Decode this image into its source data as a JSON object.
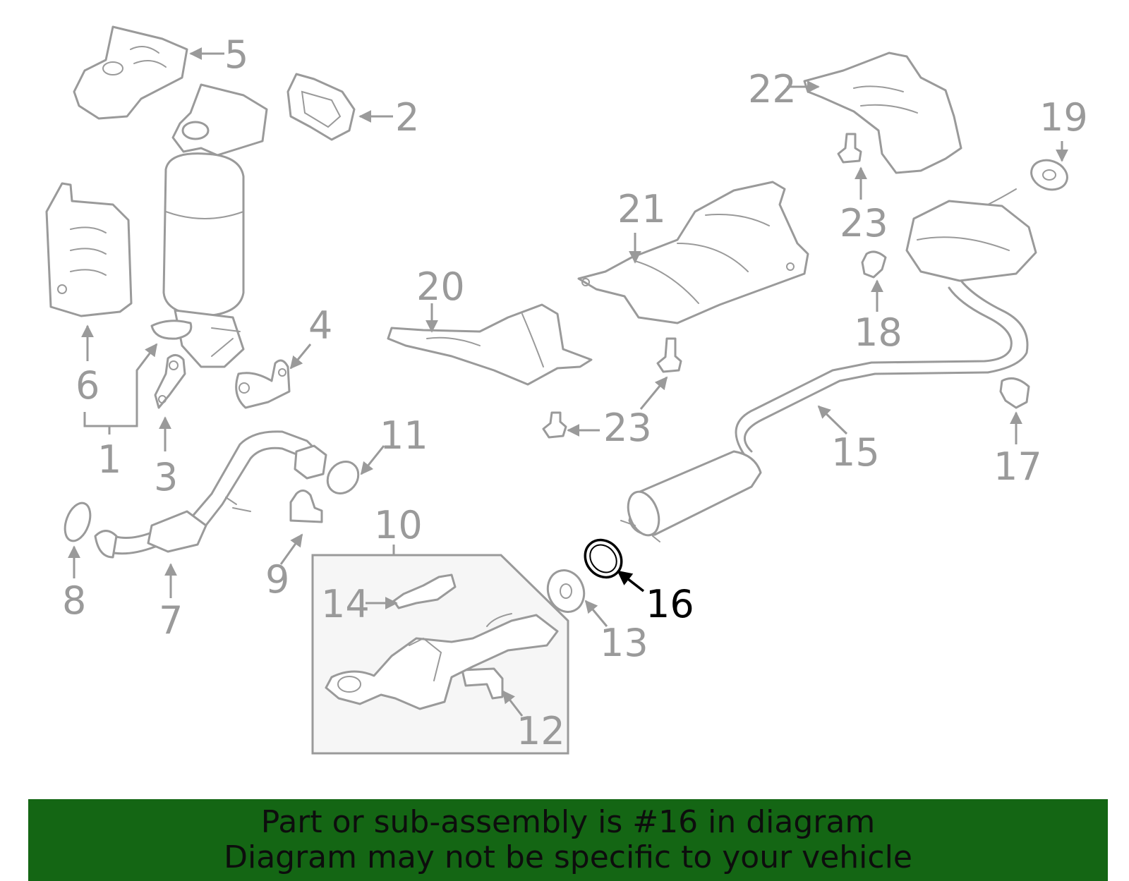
{
  "callouts": {
    "c1": "1",
    "c2": "2",
    "c3": "3",
    "c4": "4",
    "c5": "5",
    "c6": "6",
    "c7": "7",
    "c8": "8",
    "c9": "9",
    "c10": "10",
    "c11": "11",
    "c12": "12",
    "c13": "13",
    "c14": "14",
    "c15": "15",
    "c16": "16",
    "c17": "17",
    "c18": "18",
    "c19": "19",
    "c20": "20",
    "c21": "21",
    "c22": "22",
    "c23a": "23",
    "c23b": "23"
  },
  "highlighted_part": "16",
  "colors": {
    "parts": "#9a9a9a",
    "highlight": "#000000",
    "banner_background": "#146614",
    "banner_text": "#0d0d0d"
  },
  "banner": {
    "line1": "Part or sub-assembly is #16 in diagram",
    "line2": "Diagram may not be specific to your vehicle"
  }
}
